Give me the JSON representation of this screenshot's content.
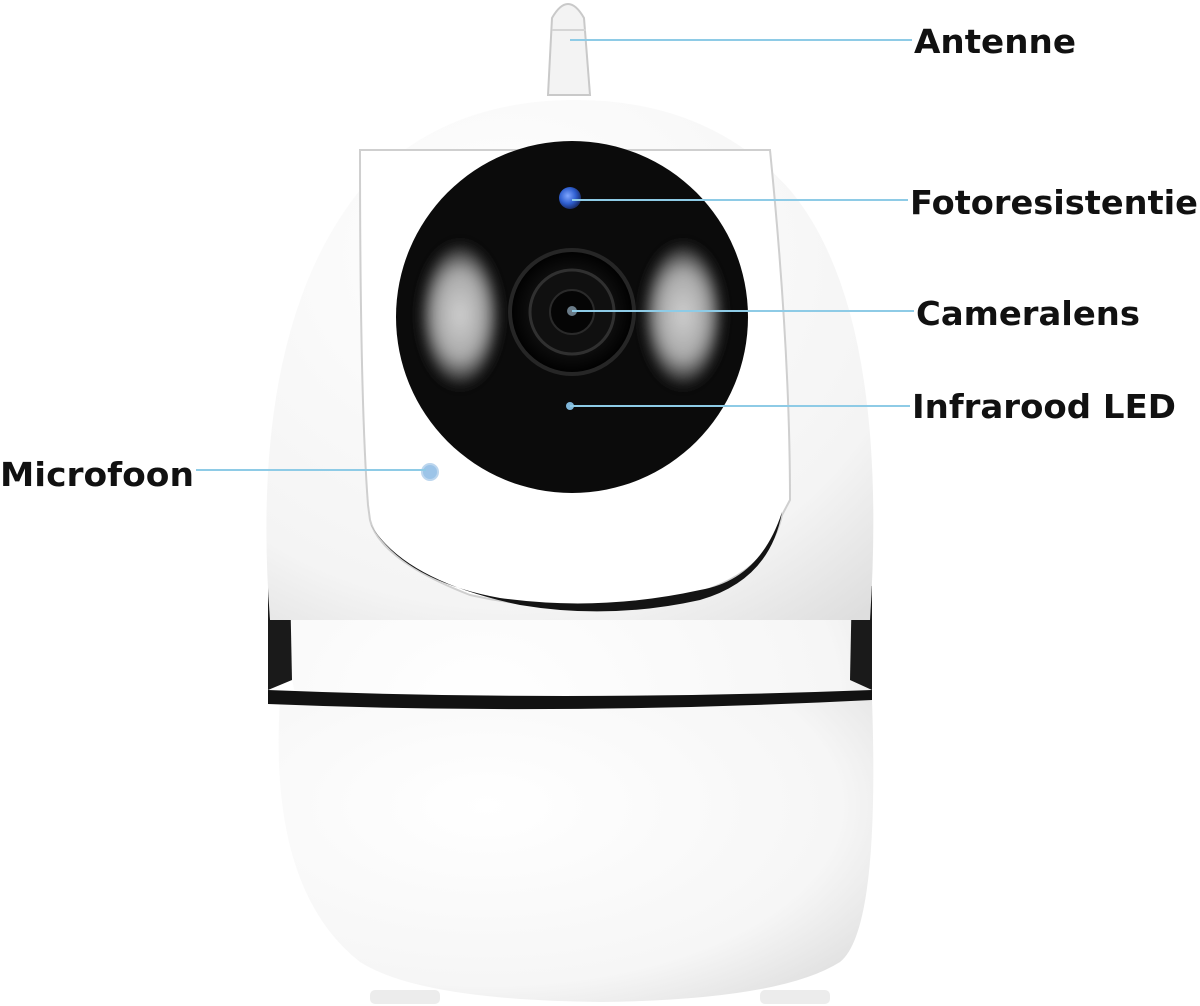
{
  "labels": {
    "antenna": "Antenne",
    "photoresistor": "Fotoresistentie",
    "camera_lens": "Cameralens",
    "infrared_led": "Infrarood LED",
    "microphone": "Microfoon"
  },
  "colors": {
    "callout_line": "#8ecbe6",
    "label_text": "#111111",
    "housing": "#ffffff",
    "housing_shadow": "#d8d8d8",
    "face_black": "#0b0b0b",
    "sensor_blue": "#2f5fd0",
    "mic_blue": "#9cc4e8"
  }
}
